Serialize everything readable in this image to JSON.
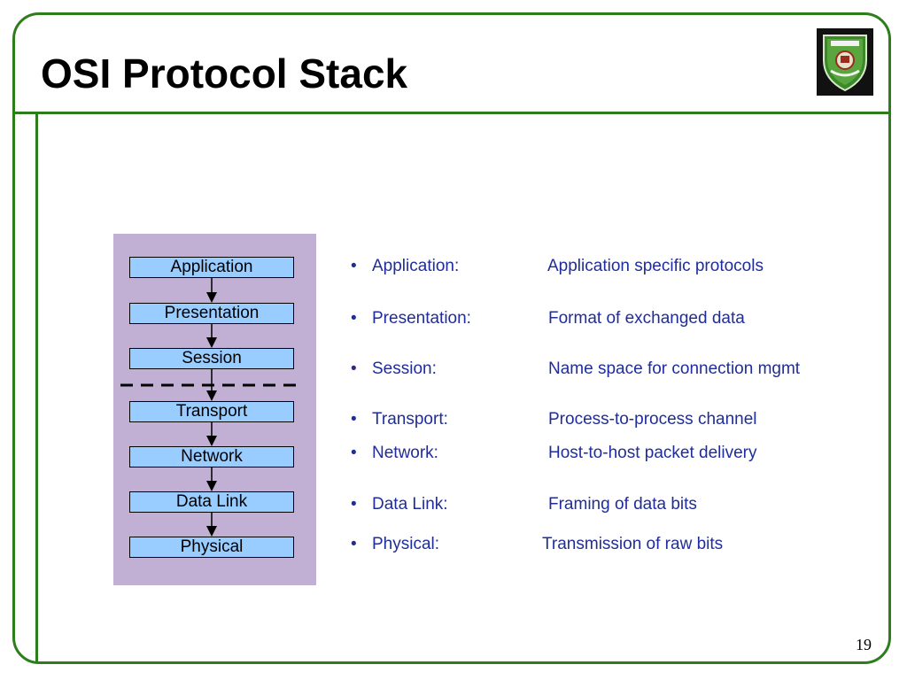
{
  "slide": {
    "title": "OSI Protocol Stack",
    "page_number": "19"
  },
  "colors": {
    "frame": "#2e7d1c",
    "panel": "#c2b0d4",
    "layer_box": "#99ccff",
    "desc_text": "#1f2d9c"
  },
  "logo": {
    "icon": "university-seal-icon"
  },
  "stack": {
    "layers": [
      "Application",
      "Presentation",
      "Session",
      "Transport",
      "Network",
      "Data Link",
      "Physical"
    ]
  },
  "descriptions": [
    {
      "bullet": "•",
      "name": "Application:",
      "desc": "Application specific protocols"
    },
    {
      "bullet": "•",
      "name": "Presentation:",
      "desc": "Format of exchanged data"
    },
    {
      "bullet": "•",
      "name": "Session:",
      "desc": "Name space for connection mgmt"
    },
    {
      "bullet": "•",
      "name": "Transport:",
      "desc": "Process-to-process channel"
    },
    {
      "bullet": "•",
      "name": "Network:",
      "desc": "Host-to-host packet delivery"
    },
    {
      "bullet": "•",
      "name": "Data Link:",
      "desc": "Framing of data bits"
    },
    {
      "bullet": "•",
      "name": "Physical:",
      "desc": "Transmission of raw bits"
    }
  ]
}
